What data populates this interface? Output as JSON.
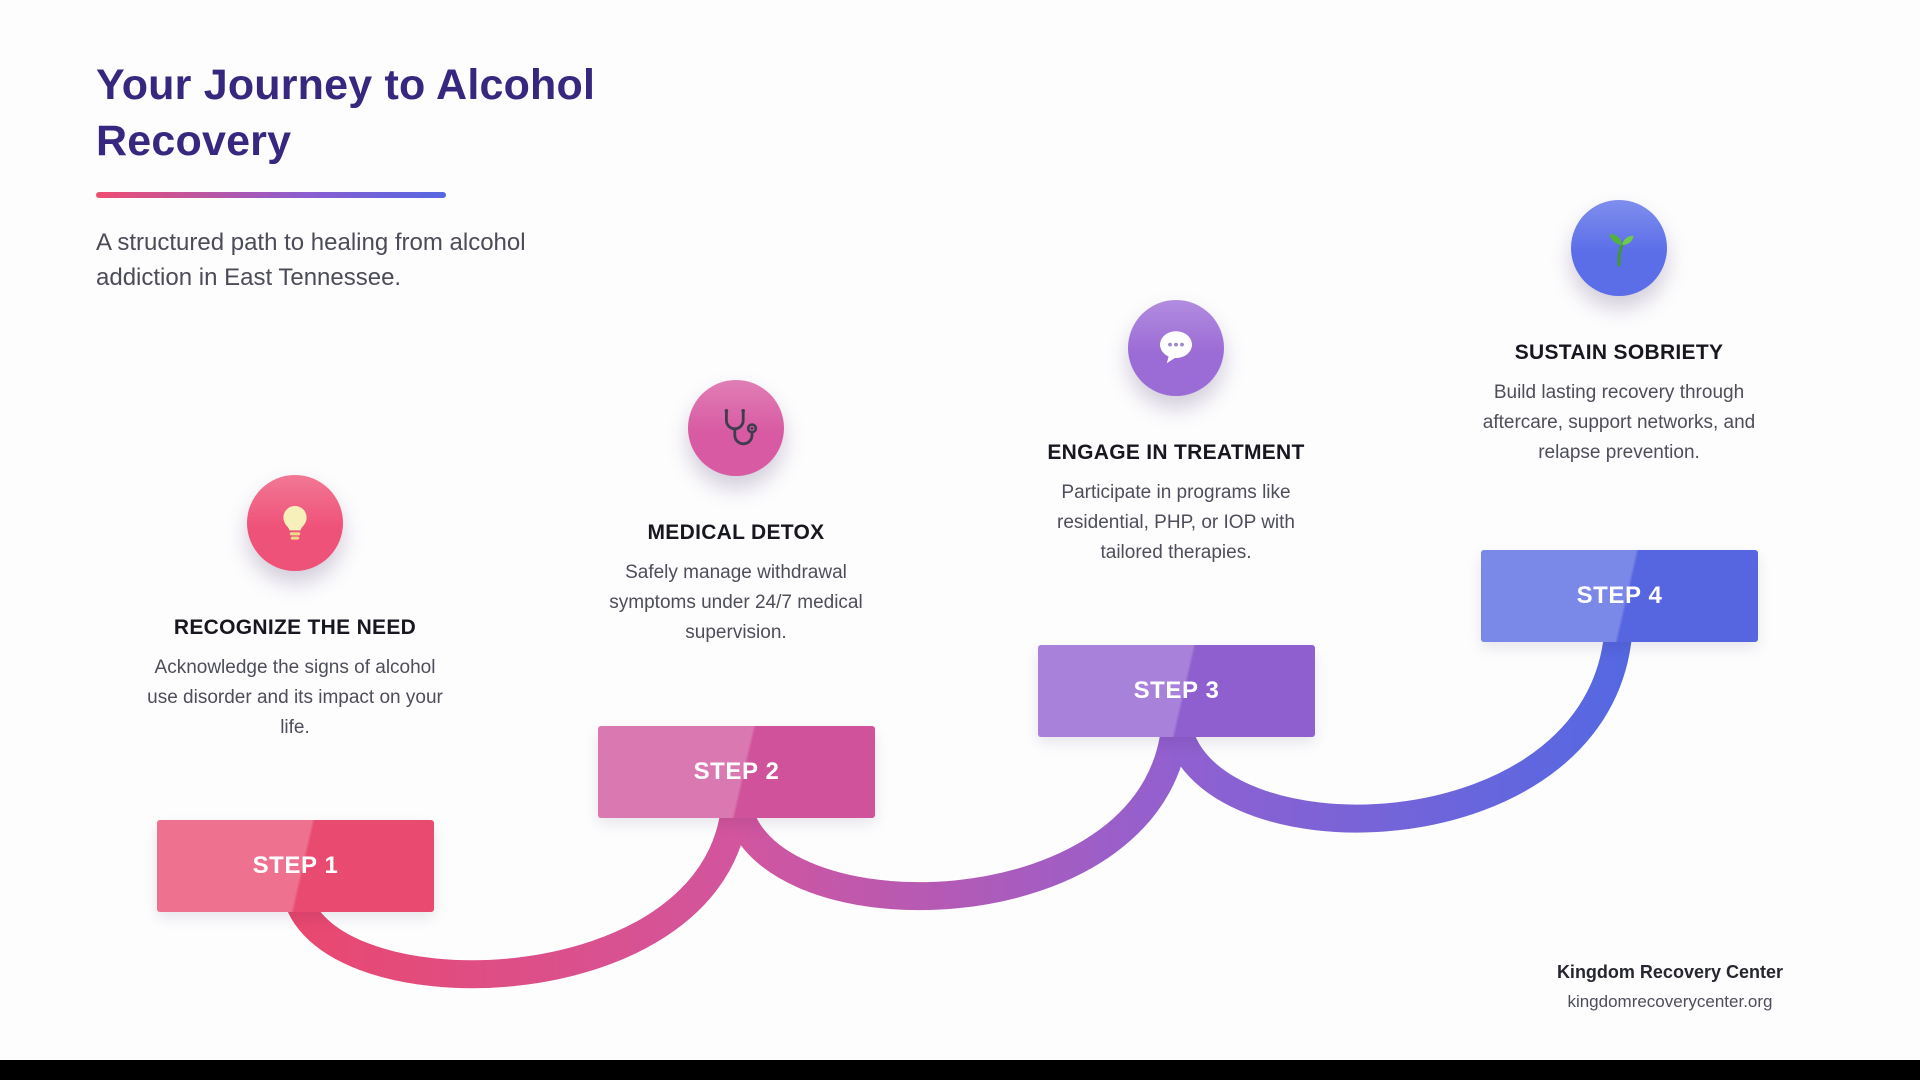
{
  "header": {
    "title": "Your Journey to Alcohol Recovery",
    "subtitle": "A structured path to healing from alcohol addiction in East Tennessee."
  },
  "steps": [
    {
      "label": "STEP 1",
      "heading": "RECOGNIZE THE NEED",
      "description": "Acknowledge the signs of alcohol use disorder and its impact on your life.",
      "icon": "lightbulb-icon",
      "color": "#e94a70"
    },
    {
      "label": "STEP 2",
      "heading": "MEDICAL DETOX",
      "description": "Safely manage withdrawal symptoms under 24/7 medical supervision.",
      "icon": "stethoscope-icon",
      "color": "#d0529b"
    },
    {
      "label": "STEP 3",
      "heading": "ENGAGE IN TREATMENT",
      "description": "Participate in programs like residential, PHP, or IOP with tailored therapies.",
      "icon": "speech-bubble-icon",
      "color": "#8f5ecf"
    },
    {
      "label": "STEP 4",
      "heading": "SUSTAIN SOBRIETY",
      "description": "Build lasting recovery through aftercare, support networks, and relapse prevention.",
      "icon": "seedling-icon",
      "color": "#5566e0"
    }
  ],
  "footer": {
    "org_name": "Kingdom Recovery Center",
    "website": "kingdomrecoverycenter.org"
  },
  "colors": {
    "title": "#38277f",
    "accent_gradient_start": "#ef4d71",
    "accent_gradient_end": "#5568e2",
    "step_colors": [
      "#e94a70",
      "#d0529b",
      "#8f5ecf",
      "#5566e0"
    ],
    "background": "#fdfdfe"
  }
}
